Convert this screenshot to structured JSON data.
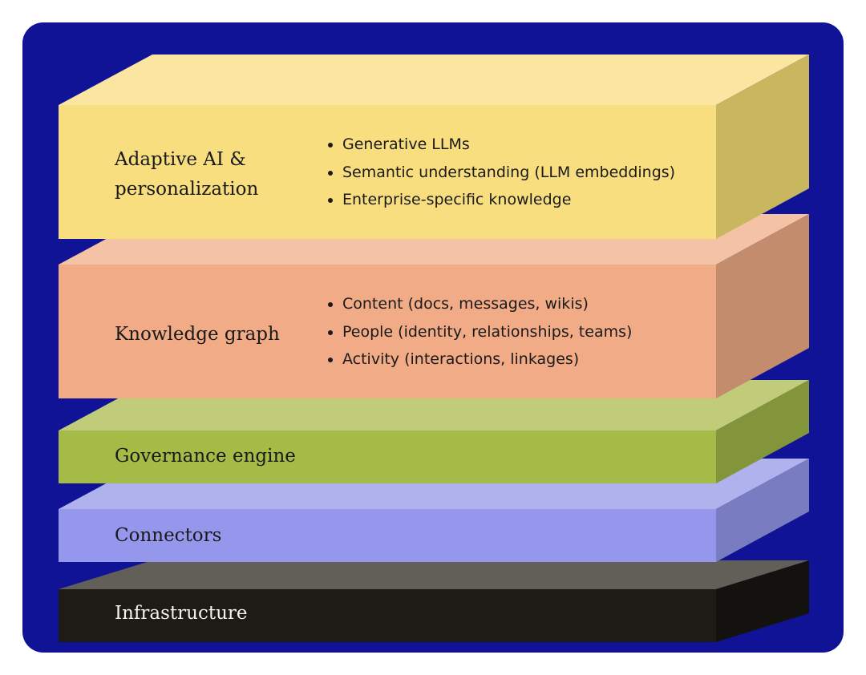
{
  "layers": {
    "adaptive": {
      "title_line1": "Adaptive AI &",
      "title_line2": "personalization",
      "bullets": [
        "Generative LLMs",
        "Semantic understanding (LLM embeddings)",
        "Enterprise-specific knowledge"
      ],
      "front_color": "#F8DE7E",
      "top_color": "#FAE6A1",
      "side_color": "#C9B75F"
    },
    "knowledge": {
      "title": "Knowledge graph",
      "bullets": [
        "Content (docs, messages, wikis)",
        "People (identity, relationships, teams)",
        "Activity (interactions, linkages)"
      ],
      "front_color": "#F1AB86",
      "top_color": "#F4C3A6",
      "side_color": "#C38D6D"
    },
    "governance": {
      "title": "Governance engine",
      "front_color": "#A5BB48",
      "top_color": "#C1CC7A",
      "side_color": "#83953B"
    },
    "connectors": {
      "title": "Connectors",
      "front_color": "#9597EC",
      "top_color": "#B0B2EE",
      "side_color": "#797CC1"
    },
    "infrastructure": {
      "title": "Infrastructure",
      "front_color": "#1E1B16",
      "top_color": "#625E58",
      "side_color": "#14120E"
    }
  },
  "background_color": "#111396"
}
